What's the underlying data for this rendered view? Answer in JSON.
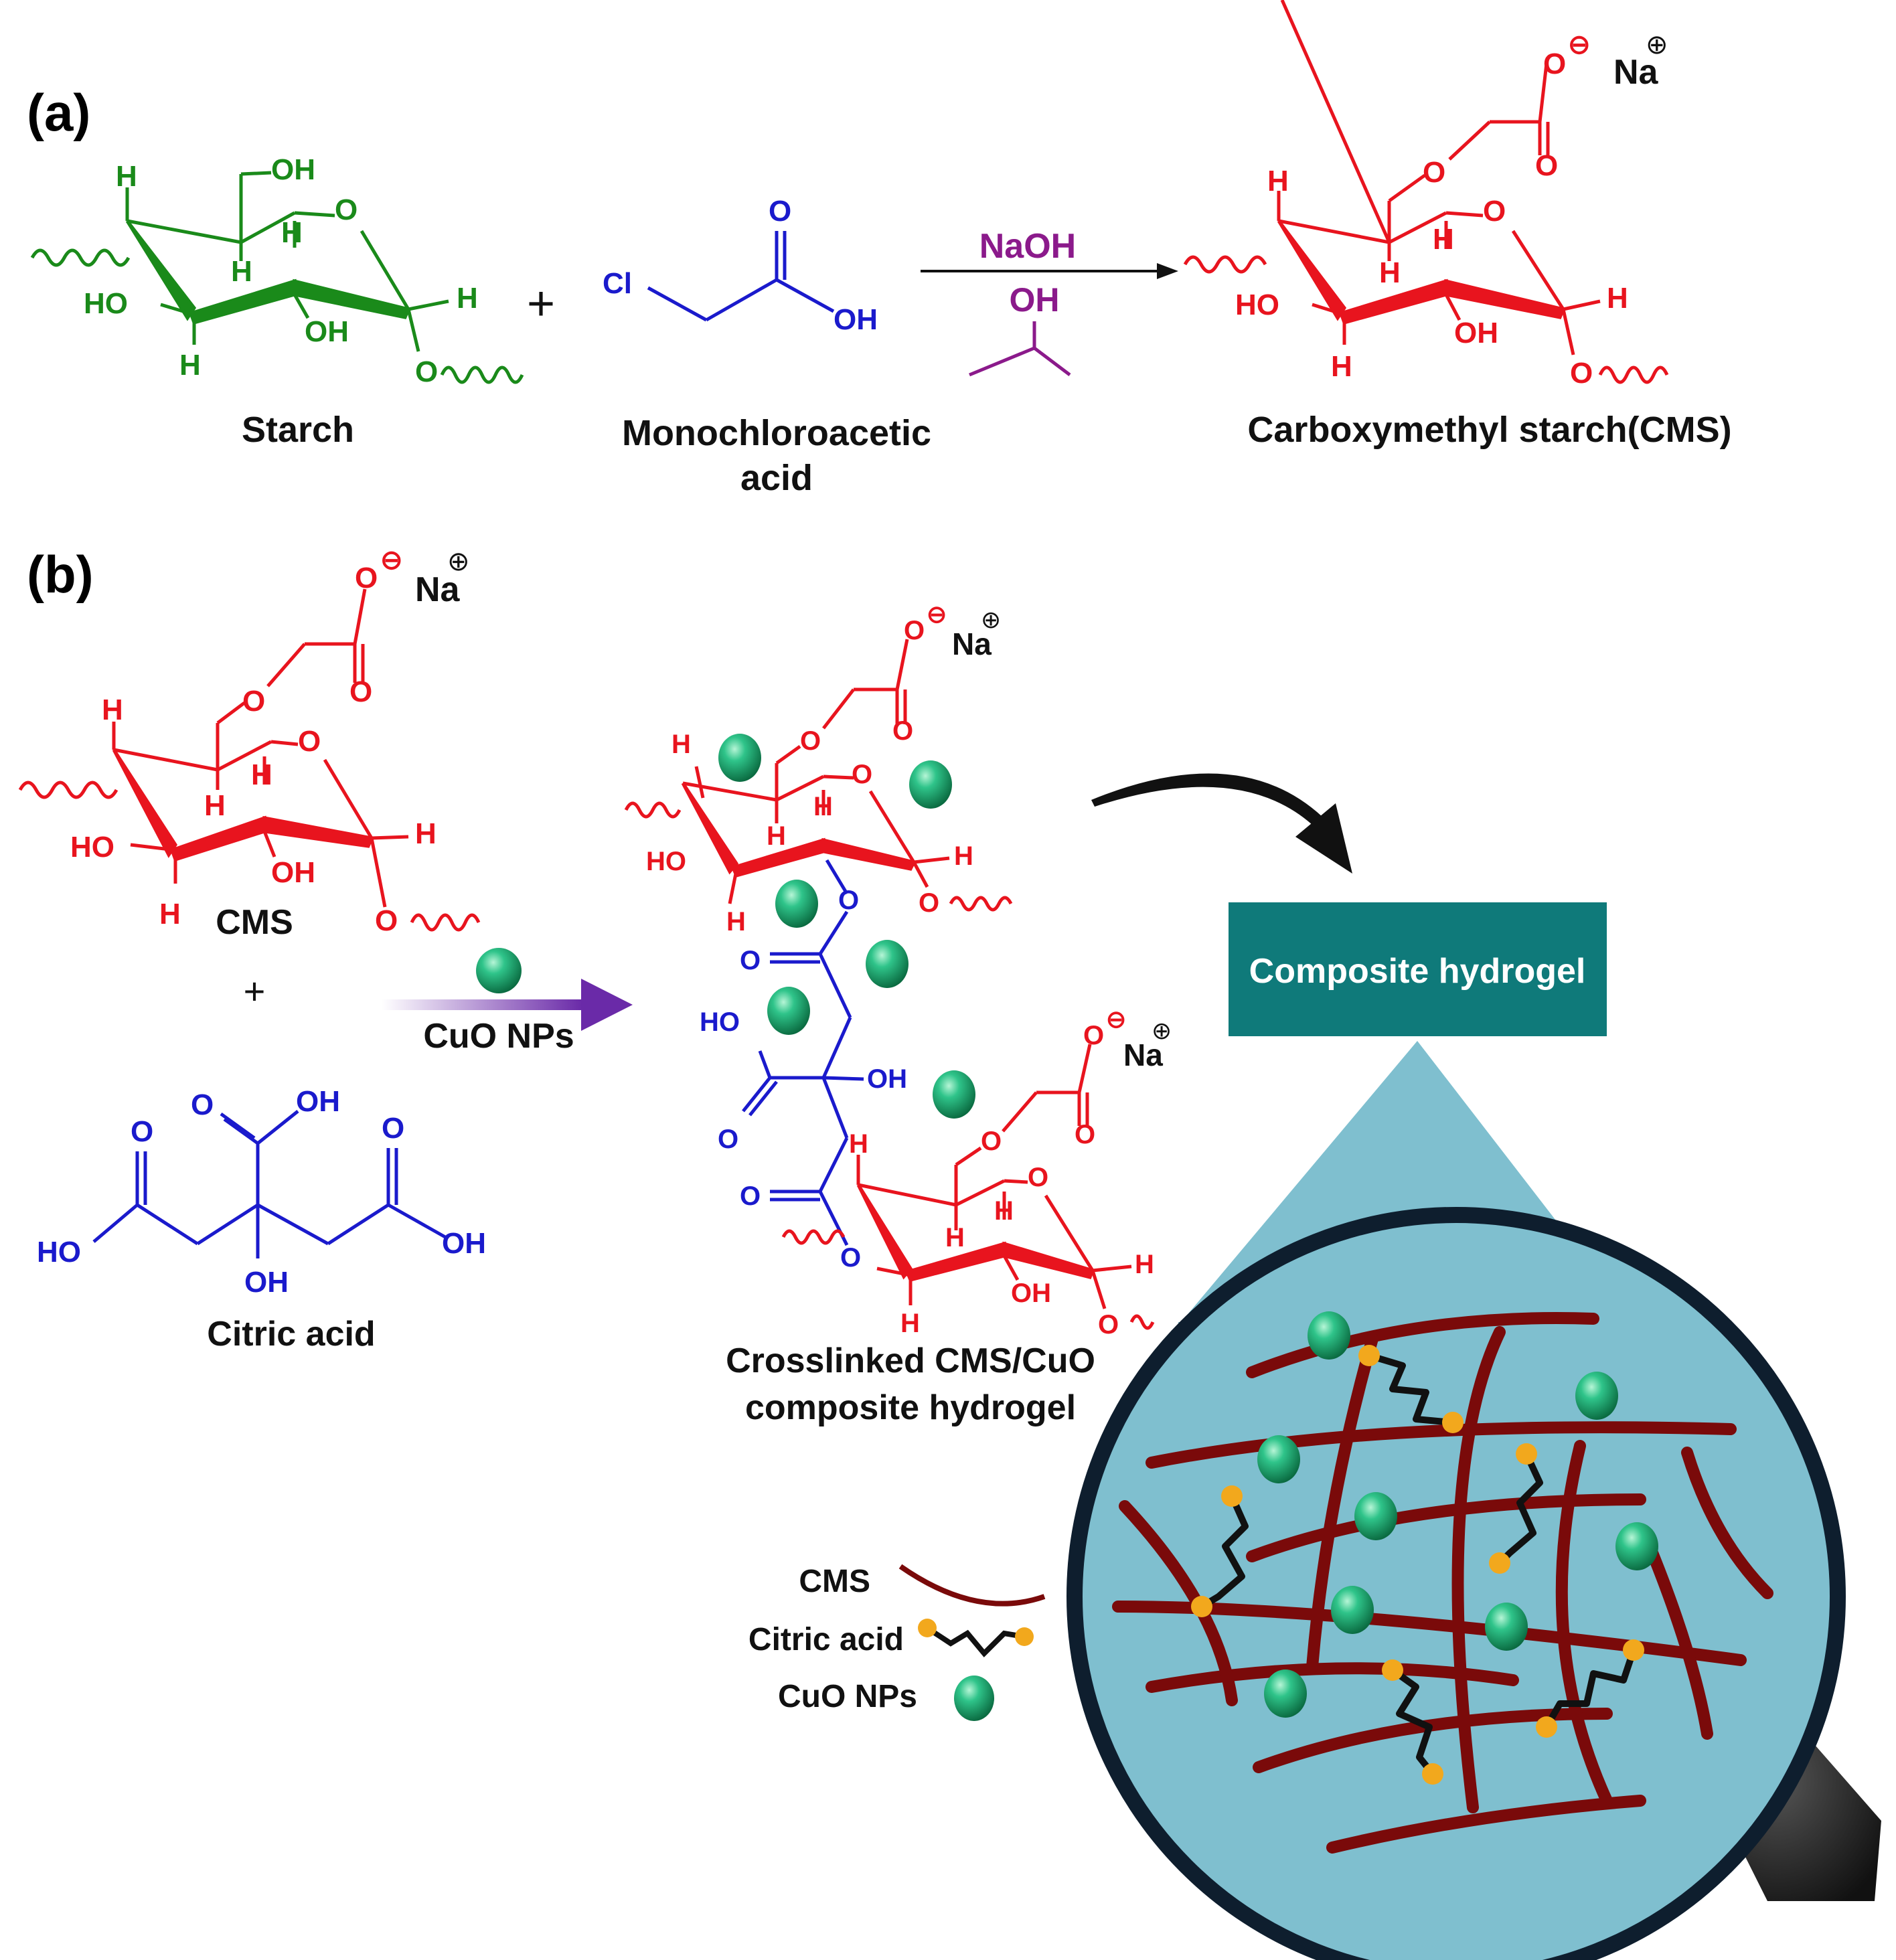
{
  "panel_a": {
    "label": "(a)",
    "starch": {
      "name": "Starch",
      "atoms": {
        "oh_top": "OH",
        "o_ring": "O",
        "h1": "H",
        "h2": "H",
        "h3": "H",
        "h_right": "H",
        "ho_left": "HO",
        "oh_bottom": "OH",
        "h_bottom": "H",
        "o_link": "O"
      }
    },
    "plus": "+",
    "mca": {
      "name_line1": "Monochloroacetic",
      "name_line2": "acid",
      "atoms": {
        "cl": "Cl",
        "o": "O",
        "oh": "OH"
      }
    },
    "reagent_top": "NaOH",
    "reagent_bottom": "OH",
    "product": {
      "name": "Carboxymethyl starch(CMS)",
      "atoms": {
        "o_minus": "O",
        "minus": "⊖",
        "na": "Na",
        "plus": "⊕",
        "o_ether": "O",
        "o_carbonyl": "O",
        "o_ring": "O",
        "h1": "H",
        "h2": "H",
        "h3": "H",
        "h_right": "H",
        "ho_left": "HO",
        "oh_bottom": "OH",
        "h_bottom": "H",
        "o_link": "O"
      }
    }
  },
  "panel_b": {
    "label": "(b)",
    "cms": {
      "name": "CMS",
      "atoms": {
        "o_minus": "O",
        "minus": "⊖",
        "na": "Na",
        "plus": "⊕",
        "o_ether": "O",
        "o_carbonyl": "O",
        "o_ring": "O",
        "h1": "H",
        "h2": "H",
        "h3": "H",
        "h_right": "H",
        "ho_left": "HO",
        "oh_bottom": "OH",
        "h_bottom": "H",
        "o_link": "O"
      }
    },
    "plus": "+",
    "citric": {
      "name": "Citric acid",
      "atoms": {
        "o_left": "O",
        "ho_left": "HO",
        "o_mid": "O",
        "oh_mid": "OH",
        "o_right": "O",
        "oh_right": "OH",
        "oh_bottom": "OH"
      }
    },
    "arrow_label": "CuO NPs",
    "crosslinked": {
      "name_line1": "Crosslinked CMS/CuO",
      "name_line2": "composite hydrogel",
      "top_unit": {
        "o_minus": "O",
        "minus": "⊖",
        "na": "Na",
        "plus": "⊕",
        "o_ether": "O",
        "o_carbonyl": "O",
        "o_ring": "O",
        "h1": "H",
        "h2": "H",
        "h3": "H",
        "h_right": "H",
        "ho_left": "HO",
        "h_bottom": "H",
        "o_link": "O"
      },
      "linker": {
        "o_top": "O",
        "o_c1": "O",
        "ho": "HO",
        "oh": "OH",
        "o_c2": "O",
        "o_c3": "O",
        "o_bottom": "O"
      },
      "bottom_unit": {
        "o_minus": "O",
        "minus": "⊖",
        "na": "Na",
        "plus": "⊕",
        "o_ether": "O",
        "o_carbonyl": "O",
        "o_ring": "O",
        "h_top": "H",
        "h1": "H",
        "h2": "H",
        "h_right": "H",
        "oh_bottom": "OH",
        "h_bottom": "H",
        "o_link": "O"
      }
    },
    "callout_label": "Composite hydrogel",
    "legend": {
      "cms": "CMS",
      "citric": "Citric acid",
      "cuo": "CuO NPs"
    }
  },
  "colors": {
    "starch": "#1a8a1a",
    "mca": "#1a1acc",
    "reagent": "#8b1a8b",
    "cms": "#e8141e",
    "citric": "#1a1acc",
    "arrow_purple": "#6a2aa8",
    "callout_box": "#0f7a7a",
    "lens_fill": "#7fbfcf",
    "chain": "#7a0a0a",
    "node": "#f2a81d",
    "cuo": "#17a06a"
  }
}
